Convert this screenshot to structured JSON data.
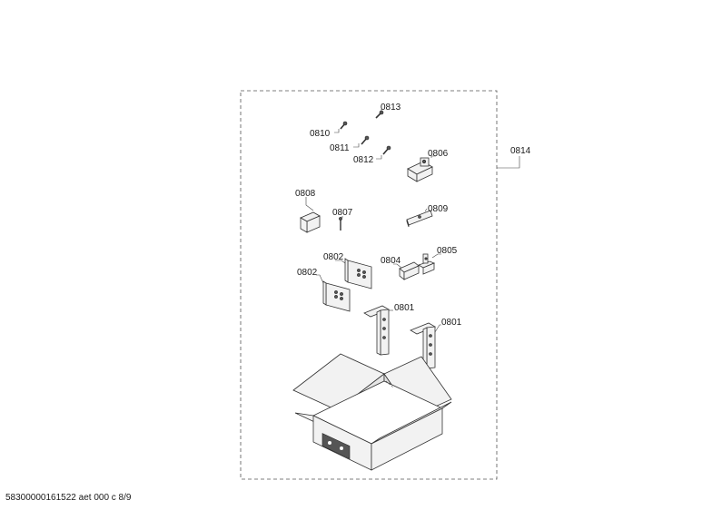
{
  "labels": {
    "p0813": "0813",
    "p0810": "0810",
    "p0811": "0811",
    "p0812": "0812",
    "p0806": "0806",
    "p0814": "0814",
    "p0808": "0808",
    "p0807": "0807",
    "p0809": "0809",
    "p0802a": "0802",
    "p0802b": "0802",
    "p0804": "0804",
    "p0805": "0805",
    "p0801a": "0801",
    "p0801b": "0801"
  },
  "footer": "58300000161522 aet 000 c 8/9"
}
